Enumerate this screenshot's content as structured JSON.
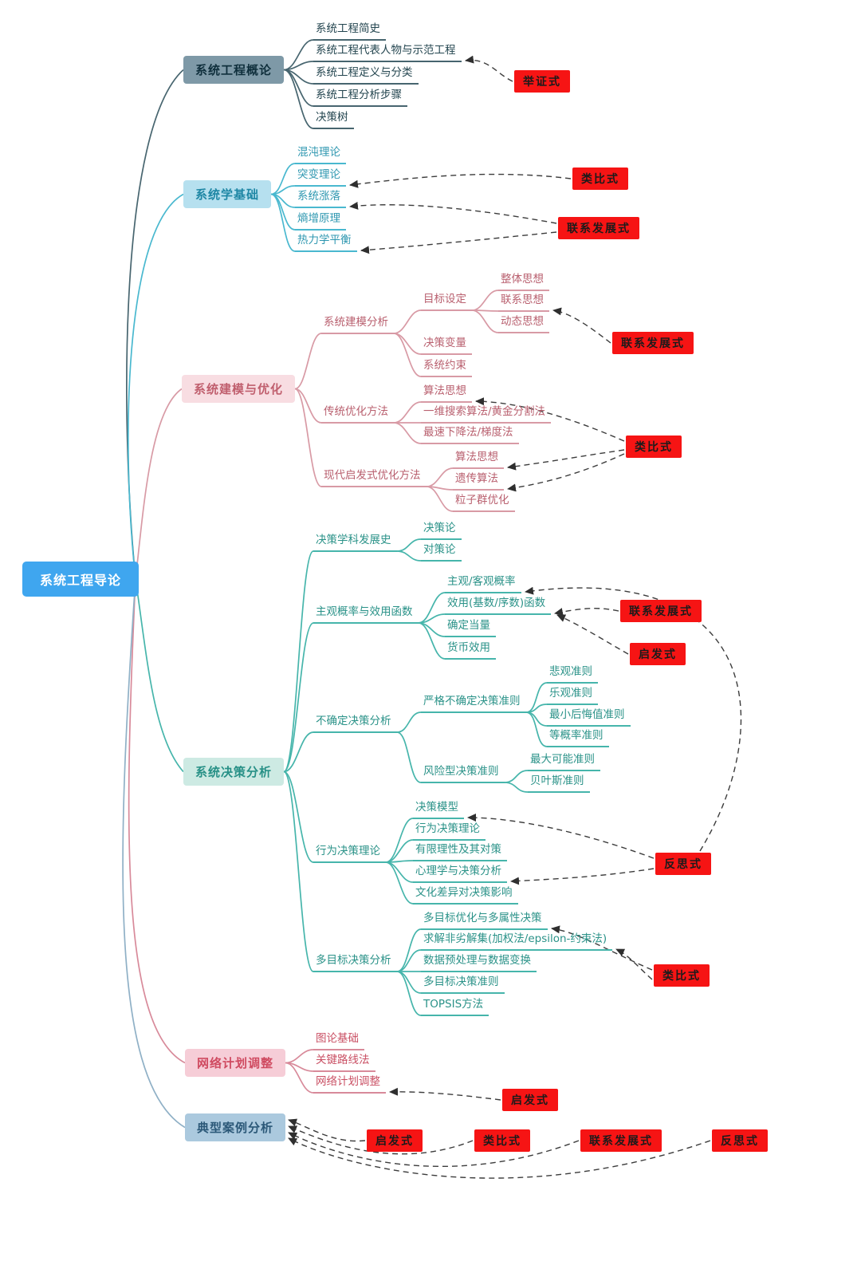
{
  "colors": {
    "root_bg": "#3fa6ef",
    "tag_bg": "#f61414",
    "branch1": "#47656f",
    "branch2": "#49b8cf",
    "branch3": "#d89aa5",
    "branch4": "#46b5ab",
    "branch5": "#d88a9a",
    "branch6": "#8fb0c6"
  },
  "mindmap": {
    "root": "系统工程导论",
    "branches": [
      {
        "label": "系统工程概论",
        "children": [
          {
            "label": "系统工程简史"
          },
          {
            "label": "系统工程代表人物与示范工程"
          },
          {
            "label": "系统工程定义与分类"
          },
          {
            "label": "系统工程分析步骤"
          },
          {
            "label": "决策树"
          }
        ]
      },
      {
        "label": "系统学基础",
        "children": [
          {
            "label": "混沌理论"
          },
          {
            "label": "突变理论"
          },
          {
            "label": "系统涨落"
          },
          {
            "label": "熵增原理"
          },
          {
            "label": "热力学平衡"
          }
        ]
      },
      {
        "label": "系统建模与优化",
        "children": [
          {
            "label": "系统建模分析",
            "children": [
              {
                "label": "目标设定",
                "children": [
                  {
                    "label": "整体思想"
                  },
                  {
                    "label": "联系思想"
                  },
                  {
                    "label": "动态思想"
                  }
                ]
              },
              {
                "label": "决策变量"
              },
              {
                "label": "系统约束"
              }
            ]
          },
          {
            "label": "传统优化方法",
            "children": [
              {
                "label": "算法思想"
              },
              {
                "label": "一维搜索算法/黄金分割法"
              },
              {
                "label": "最速下降法/梯度法"
              }
            ]
          },
          {
            "label": "现代启发式优化方法",
            "children": [
              {
                "label": "算法思想"
              },
              {
                "label": "遗传算法"
              },
              {
                "label": "粒子群优化"
              }
            ]
          }
        ]
      },
      {
        "label": "系统决策分析",
        "children": [
          {
            "label": "决策学科发展史",
            "children": [
              {
                "label": "决策论"
              },
              {
                "label": "对策论"
              }
            ]
          },
          {
            "label": "主观概率与效用函数",
            "children": [
              {
                "label": "主观/客观概率"
              },
              {
                "label": "效用(基数/序数)函数"
              },
              {
                "label": "确定当量"
              },
              {
                "label": "货币效用"
              }
            ]
          },
          {
            "label": "不确定决策分析",
            "children": [
              {
                "label": "严格不确定决策准则",
                "children": [
                  {
                    "label": "悲观准则"
                  },
                  {
                    "label": "乐观准则"
                  },
                  {
                    "label": "最小后悔值准则"
                  },
                  {
                    "label": "等概率准则"
                  }
                ]
              },
              {
                "label": "风险型决策准则",
                "children": [
                  {
                    "label": "最大可能准则"
                  },
                  {
                    "label": "贝叶斯准则"
                  }
                ]
              }
            ]
          },
          {
            "label": "行为决策理论",
            "children": [
              {
                "label": "决策模型"
              },
              {
                "label": "行为决策理论"
              },
              {
                "label": "有限理性及其对策"
              },
              {
                "label": "心理学与决策分析"
              },
              {
                "label": "文化差异对决策影响"
              }
            ]
          },
          {
            "label": "多目标决策分析",
            "children": [
              {
                "label": "多目标优化与多属性决策"
              },
              {
                "label": "求解非劣解集(加权法/epsilon-约束法)"
              },
              {
                "label": "数据预处理与数据变换"
              },
              {
                "label": "多目标决策准则"
              },
              {
                "label": "TOPSIS方法"
              }
            ]
          }
        ]
      },
      {
        "label": "网络计划调整",
        "children": [
          {
            "label": "图论基础"
          },
          {
            "label": "关键路线法"
          },
          {
            "label": "网络计划调整"
          }
        ]
      },
      {
        "label": "典型案例分析",
        "children": []
      }
    ],
    "tags": [
      {
        "label": "举证式"
      },
      {
        "label": "类比式"
      },
      {
        "label": "联系发展式"
      },
      {
        "label": "联系发展式"
      },
      {
        "label": "类比式"
      },
      {
        "label": "联系发展式"
      },
      {
        "label": "启发式"
      },
      {
        "label": "反思式"
      },
      {
        "label": "类比式"
      },
      {
        "label": "启发式"
      },
      {
        "label": "启发式"
      },
      {
        "label": "类比式"
      },
      {
        "label": "联系发展式"
      },
      {
        "label": "反思式"
      }
    ]
  }
}
